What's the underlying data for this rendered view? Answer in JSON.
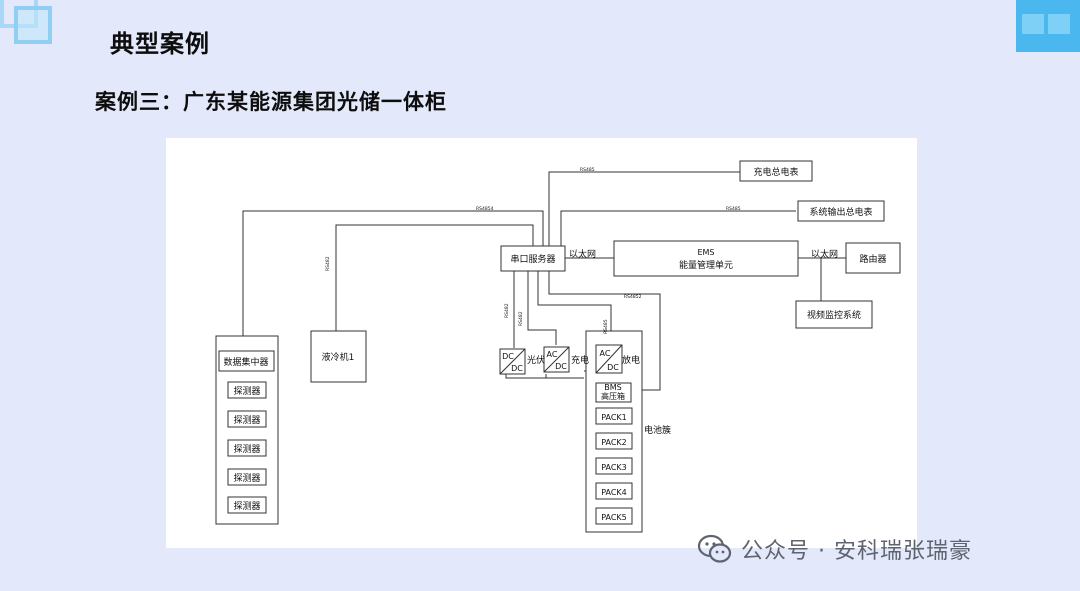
{
  "header": {
    "title": "典型案例",
    "subtitle": "案例三：广东某能源集团光储一体柜"
  },
  "watermark": {
    "icon": "wechat-icon",
    "text": "公众号 · 安科瑞张瑞豪"
  },
  "diagram": {
    "nodes": {
      "meter_charge": "充电总电表",
      "meter_output": "系统输出总电表",
      "serial_server": "串口服务器",
      "ems_title": "EMS",
      "ems_sub": "能量管理单元",
      "router": "路由器",
      "video": "视频监控系统",
      "data_concentrator": "数据集中器",
      "detector_1": "探测器",
      "detector_2": "探测器",
      "detector_3": "探测器",
      "detector_4": "探测器",
      "detector_5": "探测器",
      "chiller": "液冷机1",
      "dcdc_top": "DC",
      "dcdc_bottom": "DC",
      "pv_acdc_top": "AC",
      "pv_acdc_bottom": "DC",
      "bat_acdc_top": "AC",
      "bat_acdc_bottom": "DC",
      "bms_top": "BMS",
      "bms_bottom": "高压箱",
      "pack1": "PACK1",
      "pack2": "PACK2",
      "pack3": "PACK3",
      "pack4": "PACK4",
      "pack5": "PACK5"
    },
    "labels": {
      "pv": "光伏",
      "charge": "充电",
      "discharge": "放电",
      "battery_cluster": "电池簇",
      "ethernet_1": "以太网",
      "ethernet_2": "以太网",
      "rs485_top": "RS485",
      "rs485_meter2": "RS485",
      "rs4854": "RS4854",
      "rs485_chiller": "RS482",
      "rs485_dcdc": "RS482",
      "rs485_pv": "RS482",
      "rs485_bat": "RS485",
      "rs4852": "RS4852"
    }
  }
}
